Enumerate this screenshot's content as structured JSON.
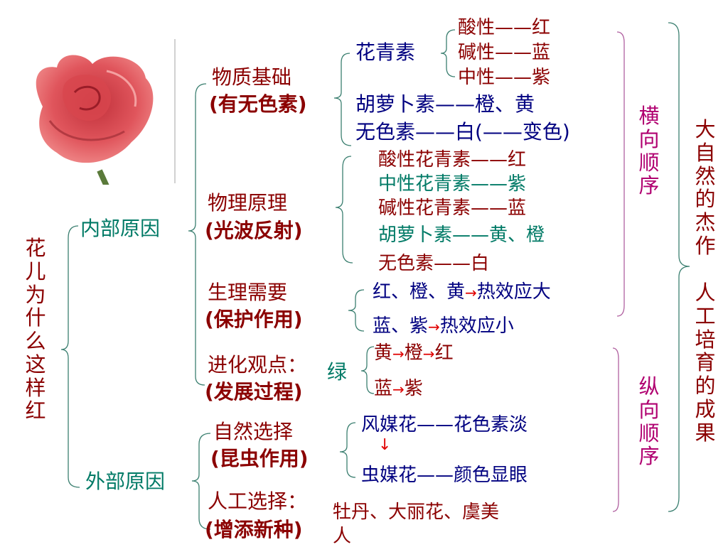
{
  "root": "花儿为什么这样红",
  "right_vertical_1": "大自然的杰作",
  "right_vertical_2": "人工培育的成果",
  "horizontal_order": "横向顺序",
  "vertical_order": "纵向顺序",
  "internal": "内部原因",
  "external": "外部原因",
  "arrow": "→",
  "down_arrow": "↓",
  "material": {
    "title": "物质基础",
    "sub": "(有无色素)",
    "anthocyanin": "花青素",
    "items": [
      "酸性——红",
      "碱性——蓝",
      "中性——紫"
    ],
    "carotene": "胡萝卜素——橙、黄",
    "colorless": "无色素——白(——变色)"
  },
  "physics": {
    "title": "物理原理",
    "sub": "(光波反射)",
    "items": [
      "酸性花青素——红",
      "中性花青素——紫",
      "碱性花青素——蓝",
      "胡萝卜素——黄、橙",
      "无色素——白"
    ]
  },
  "physio": {
    "title": "生理需要",
    "sub": "(保护作用)",
    "line1_a": "红、橙、黄",
    "line1_b": "热效应大",
    "line2_a": "蓝、紫",
    "line2_b": "热效应小"
  },
  "evolution": {
    "title": "进化观点：",
    "sub": "(发展过程)",
    "green": "绿",
    "c1": "黄",
    "c2": "橙",
    "c3": "红",
    "c4": "蓝",
    "c5": "紫"
  },
  "natural": {
    "title": "自然选择",
    "sub": "(昆虫作用)",
    "wind": "风媒花——花色素淡",
    "insect": "虫媒花——颜色显眼"
  },
  "artificial": {
    "title": "人工选择：",
    "sub": "(增添新种)",
    "text_line1": "牡丹、大丽花、虞美",
    "text_line2": "人"
  }
}
